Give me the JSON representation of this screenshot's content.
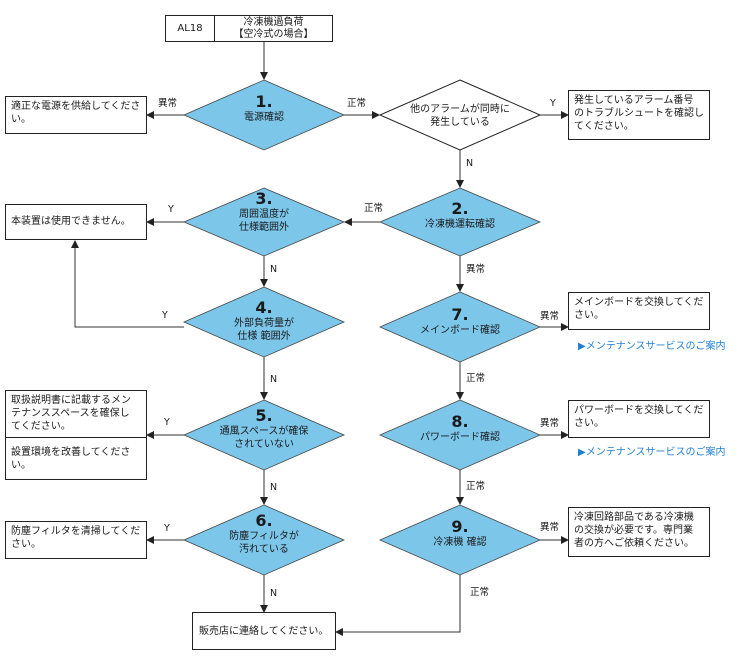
{
  "header": {
    "code": "AL18",
    "title_line1": "冷凍機過負荷",
    "title_line2": "【空冷式の場合】"
  },
  "decisions": {
    "d1": {
      "num": "1.",
      "text": "電源確認"
    },
    "d_other": {
      "line1": "他のアラームが同時に",
      "line2": "発生している"
    },
    "d2": {
      "num": "2.",
      "text": "冷凍機運転確認"
    },
    "d3": {
      "num": "3.",
      "line1": "周囲温度が",
      "line2": "仕様範囲外"
    },
    "d4": {
      "num": "4.",
      "line1": "外部負荷量が",
      "line2": "仕様 範囲外"
    },
    "d5": {
      "num": "5.",
      "line1": "通風スペースが確保",
      "line2": "されていない"
    },
    "d6": {
      "num": "6.",
      "line1": "防塵フィルタが",
      "line2": "汚れている"
    },
    "d7": {
      "num": "7.",
      "text": "メインボード確認"
    },
    "d8": {
      "num": "8.",
      "text": "パワーボード確認"
    },
    "d9": {
      "num": "9.",
      "text": "冷凍機 確認"
    }
  },
  "actions": {
    "power": [
      "適正な電源を供給してくださ",
      "い。"
    ],
    "other_alarm": [
      "発生しているアラーム番号",
      "のトラブルシュートを確認し",
      "てください。"
    ],
    "unusable": [
      "本装置は使用できません。"
    ],
    "space": [
      "取扱説明書に記載するメン",
      "テナンススペースを確保し",
      "てください。"
    ],
    "environment": [
      "設置環境を改善してくださ",
      "い。"
    ],
    "filter": [
      "防塵フィルタを清掃してくだ",
      "さい。"
    ],
    "dealer": [
      "販売店に連絡してください。"
    ],
    "main_board": [
      "メインボードを交換してくだ",
      "さい。"
    ],
    "power_board": [
      "パワーボードを交換してくだ",
      "さい。"
    ],
    "chiller": [
      "冷凍回路部品である冷凍機",
      "の交換が必要です。専門業",
      "者の方へご依頼ください。"
    ]
  },
  "labels": {
    "abnormal": "異常",
    "normal": "正常",
    "yes": "Y",
    "no": "N"
  },
  "links": {
    "maintenance_1": "▶メンテナンスサービスのご案内",
    "maintenance_2": "▶メンテナンスサービスのご案内"
  },
  "colors": {
    "diamond_fill": "#7cc6ea",
    "line": "#333333",
    "link": "#1f7fd0"
  }
}
